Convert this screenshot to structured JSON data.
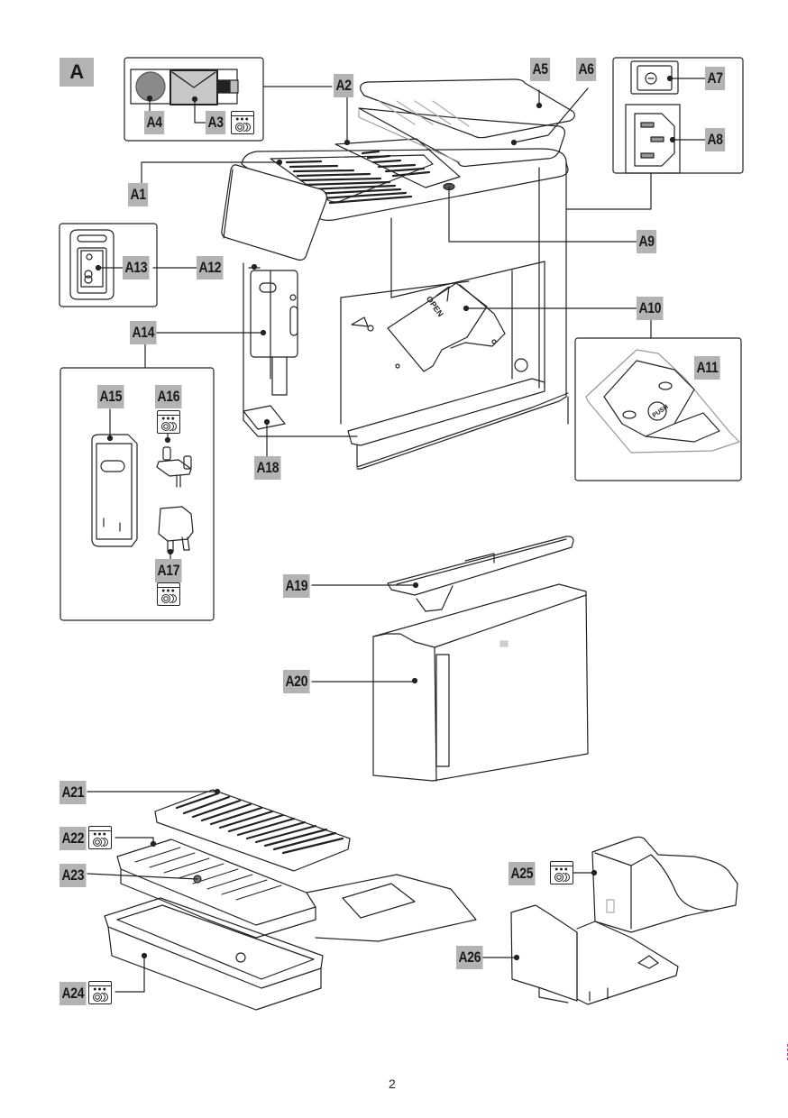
{
  "figure": {
    "section_label": "A",
    "page_number": "2",
    "callouts": {
      "a1": "A1",
      "a2": "A2",
      "a3": "A3",
      "a4": "A4",
      "a5": "A5",
      "a6": "A6",
      "a7": "A7",
      "a8": "A8",
      "a9": "A9",
      "a10": "A10",
      "a11": "A11",
      "a12": "A12",
      "a13": "A13",
      "a14": "A14",
      "a15": "A15",
      "a16": "A16",
      "a17": "A17",
      "a18": "A18",
      "a19": "A19",
      "a20": "A20",
      "a21": "A21",
      "a22": "A22",
      "a23": "A23",
      "a24": "A24",
      "a25": "A25",
      "a26": "A26"
    },
    "embossed_text": {
      "open": "OPEN",
      "push": "PUSH"
    },
    "icons": {
      "dishwasher_safe": "dishwasher-safe-icon",
      "power_switch": "power-switch-icon",
      "power_socket": "power-socket-icon"
    },
    "dishwasher_safe_parts": [
      "A3",
      "A16",
      "A17",
      "A22",
      "A24",
      "A25"
    ]
  }
}
